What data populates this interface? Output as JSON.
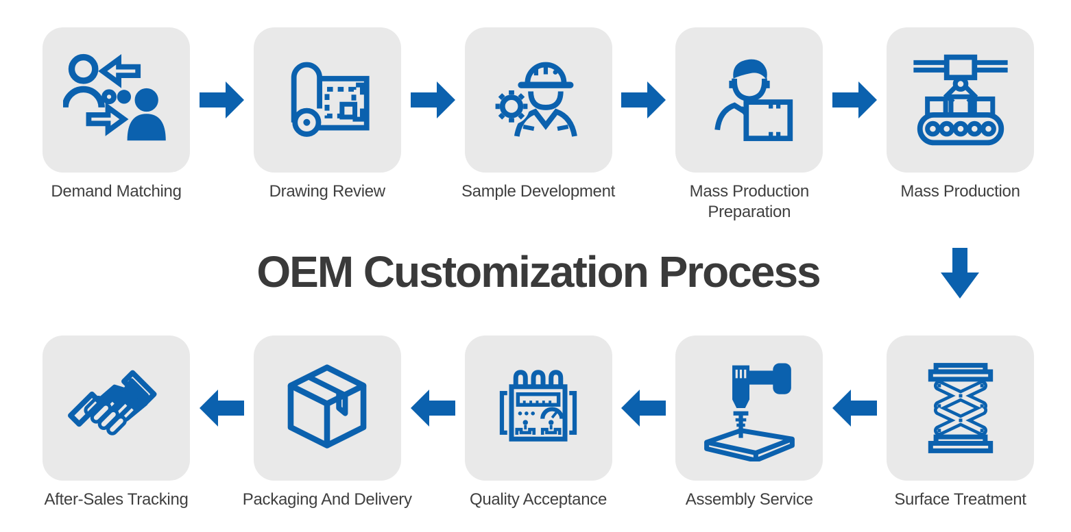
{
  "title": "OEM Customization Process",
  "colors": {
    "accent_blue": "#0b61ae",
    "box_background": "#e9e9e9",
    "label_text": "#3f3f3f",
    "title_text": "#3a3a3a",
    "page_background": "#ffffff"
  },
  "steps": [
    {
      "label": "Demand Matching",
      "icon": "demand-matching-icon"
    },
    {
      "label": "Drawing Review",
      "icon": "drawing-review-icon"
    },
    {
      "label": "Sample Development",
      "icon": "sample-development-icon"
    },
    {
      "label": "Mass Production Preparation",
      "icon": "mass-production-preparation-icon"
    },
    {
      "label": "Mass Production",
      "icon": "mass-production-icon"
    },
    {
      "label": "Surface Treatment",
      "icon": "surface-treatment-icon"
    },
    {
      "label": "Assembly Service",
      "icon": "assembly-service-icon"
    },
    {
      "label": "Quality Acceptance",
      "icon": "quality-acceptance-icon"
    },
    {
      "label": "Packaging And Delivery",
      "icon": "packaging-and-delivery-icon"
    },
    {
      "label": "After-Sales Tracking",
      "icon": "after-sales-tracking-icon"
    }
  ]
}
